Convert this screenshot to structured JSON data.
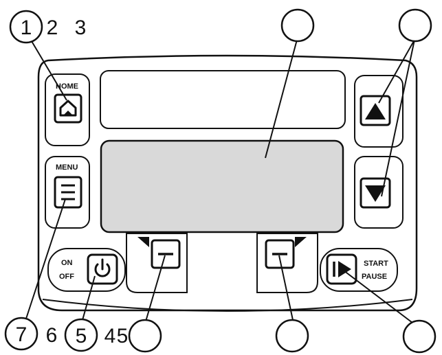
{
  "colors": {
    "ink": "#111111",
    "screen": "#d9d9d9",
    "panel": "#ffffff"
  },
  "buttons": {
    "home": {
      "label": "HOME",
      "icon": "home-icon"
    },
    "menu": {
      "label": "MENU",
      "icon": "menu-icon"
    },
    "power": {
      "label_on": "ON",
      "label_off": "OFF",
      "icon": "power-icon"
    },
    "up": {
      "icon": "arrow-up-icon"
    },
    "down": {
      "icon": "arrow-down-icon"
    },
    "softkey_left": {
      "icon": "minus-icon"
    },
    "softkey_right": {
      "icon": "minus-icon"
    },
    "start_pause": {
      "label_start": "START",
      "label_pause": "PAUSE",
      "icon": "play-pause-icon"
    }
  },
  "callouts": {
    "c1": "1",
    "c2": "2",
    "c3": "3",
    "c4": "4",
    "c5": "5",
    "c6": "6",
    "c7": "7",
    "c4b": "5"
  }
}
